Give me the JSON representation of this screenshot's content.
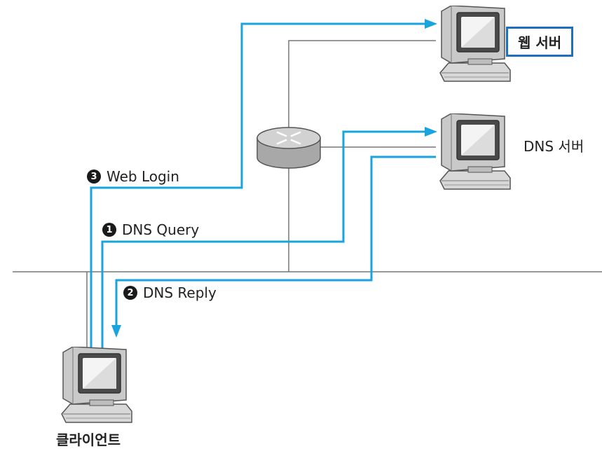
{
  "colors": {
    "path": "#1aa4de",
    "wire": "#777777",
    "box_border": "#1f6fbf"
  },
  "nodes": {
    "web_server": {
      "label": "웹 서버",
      "icon": "desktop-computer-icon"
    },
    "dns_server": {
      "label": "DNS 서버",
      "icon": "desktop-computer-icon"
    },
    "client": {
      "label": "클라이언트",
      "icon": "desktop-computer-icon"
    },
    "router": {
      "icon": "router-icon"
    }
  },
  "steps": [
    {
      "num": "1",
      "label": "DNS Query"
    },
    {
      "num": "2",
      "label": "DNS Reply"
    },
    {
      "num": "3",
      "label": "Web Login"
    }
  ]
}
